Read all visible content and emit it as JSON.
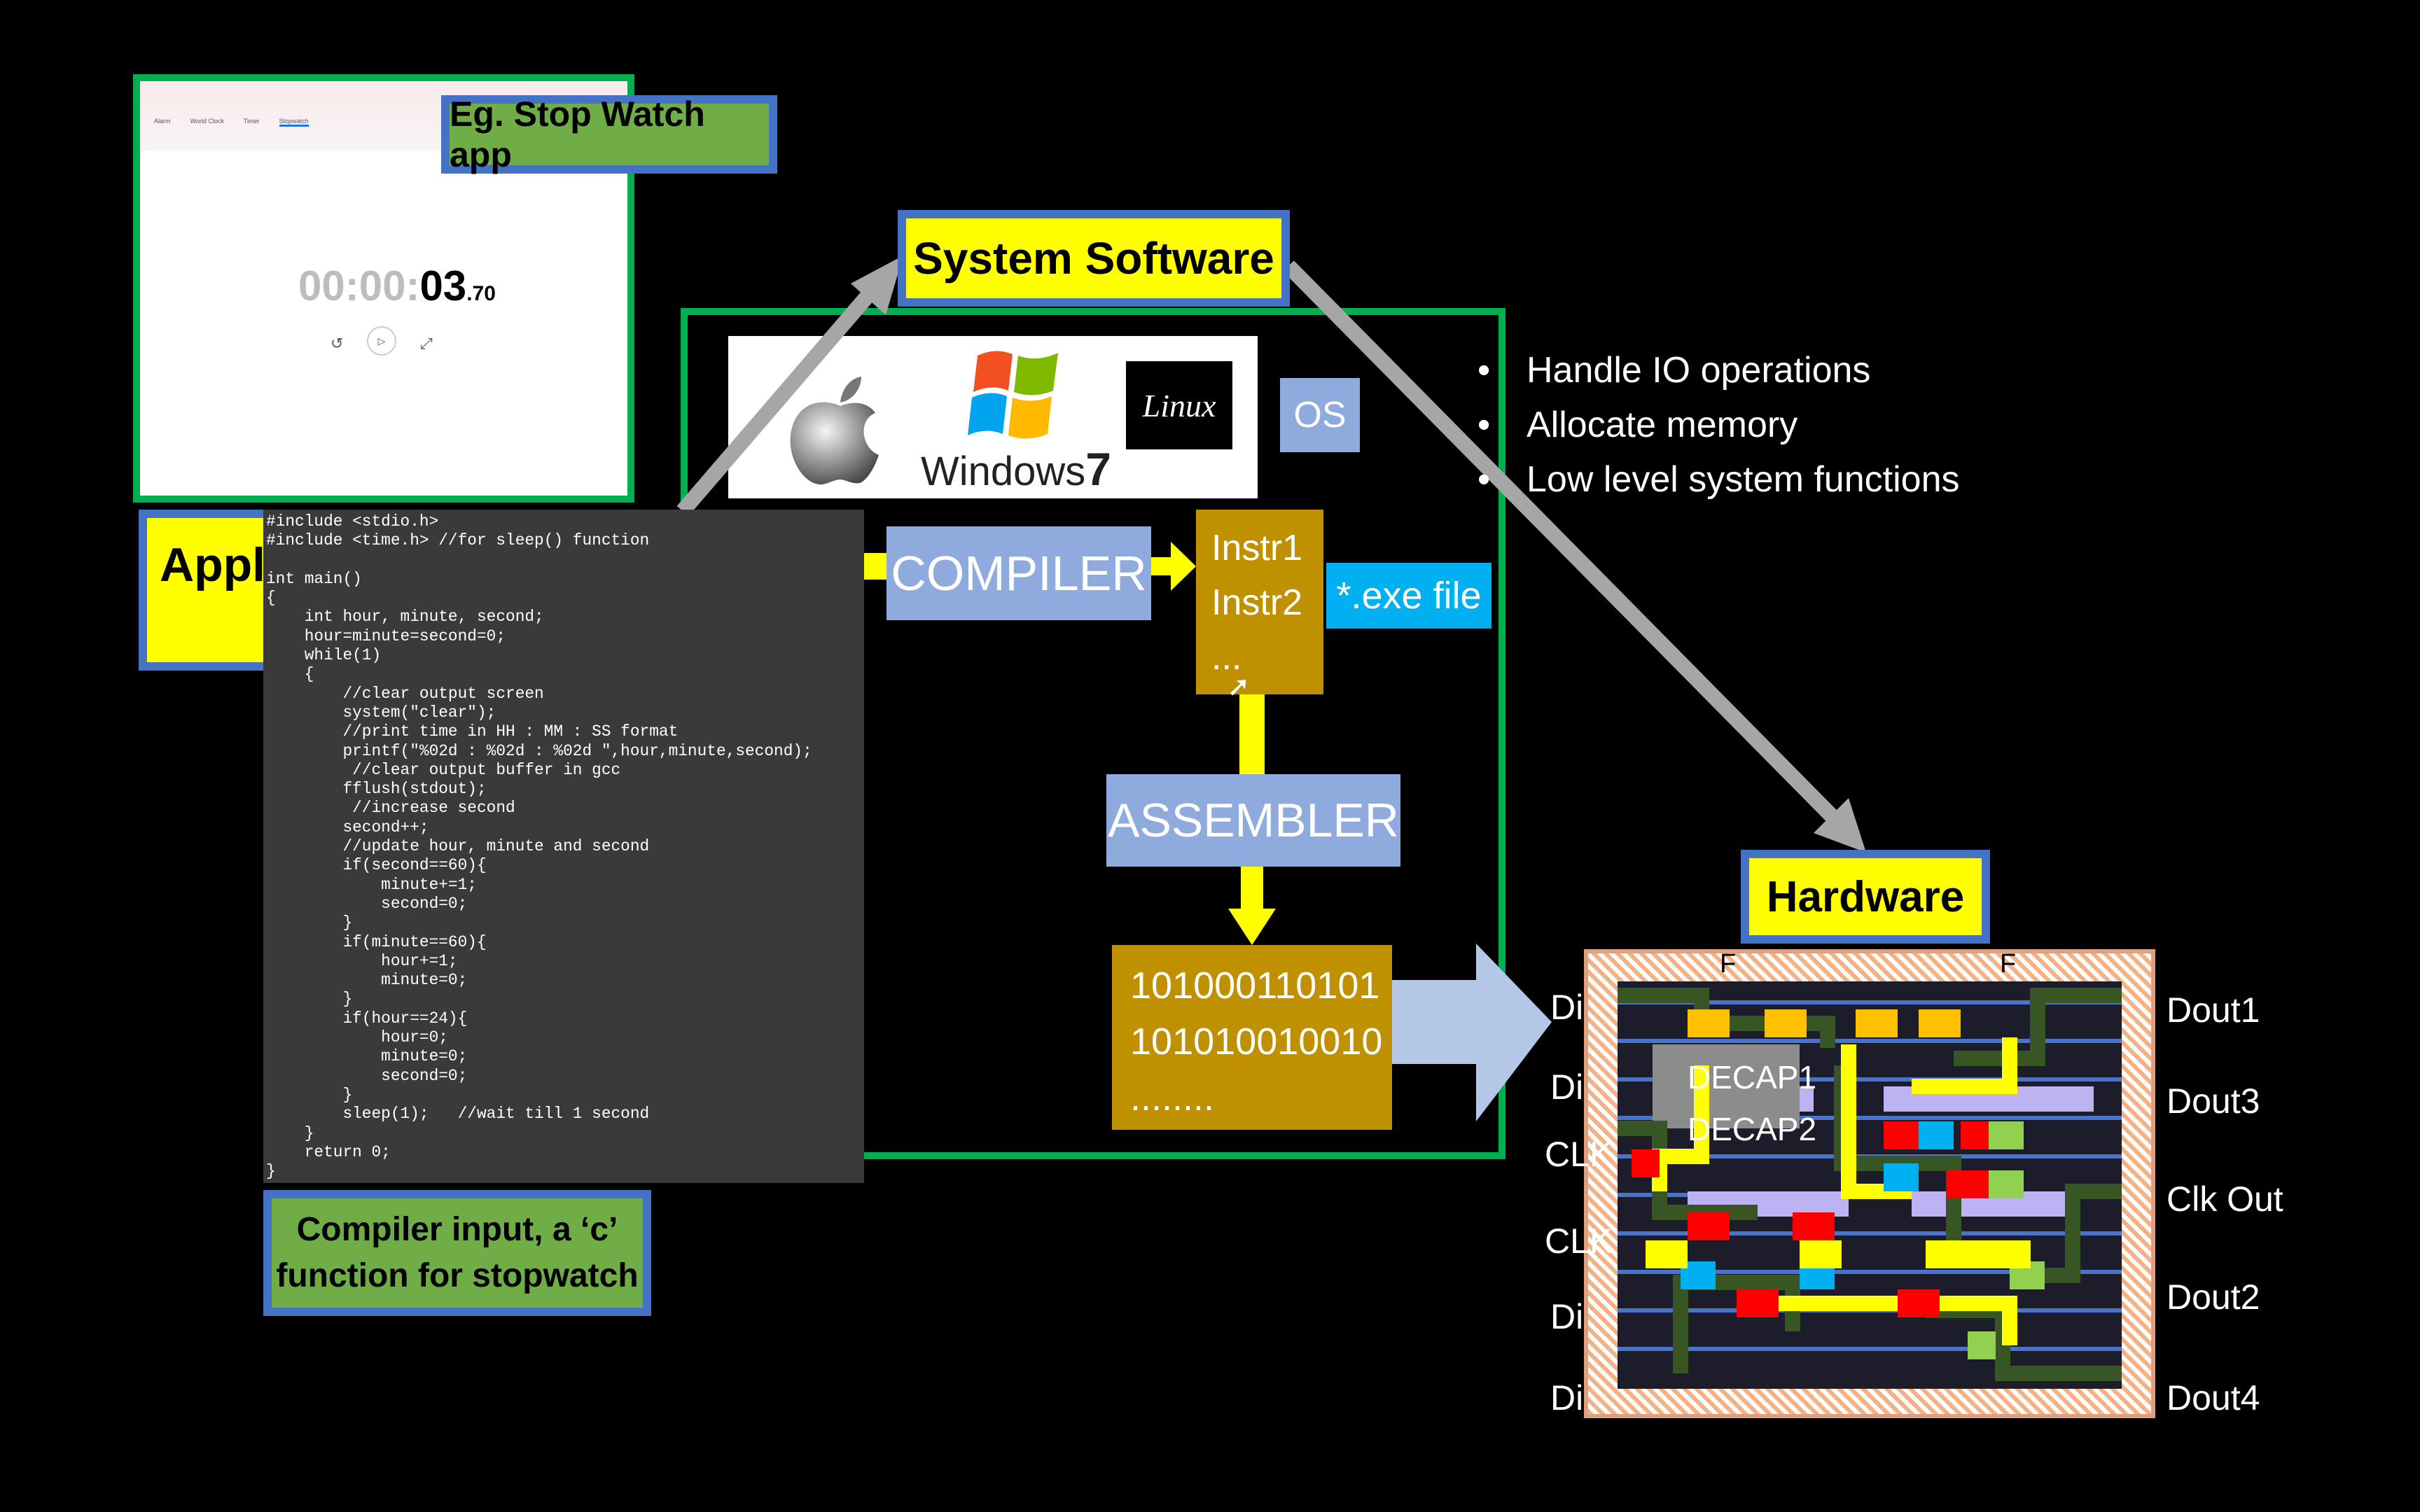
{
  "app_window": {
    "tabs": [
      "Alarm",
      "World Clock",
      "Timer",
      "Stopwatch"
    ],
    "time_dim": "00:00:",
    "time_bold": "03",
    "time_small": ".70"
  },
  "labels": {
    "stopwatch_example": "Eg. Stop Watch app",
    "application": "Appli",
    "system_software": "System Software",
    "hardware": "Hardware",
    "compiler_input_line1": "Compiler input, a ‘c’",
    "compiler_input_line2": "function for stopwatch"
  },
  "os": {
    "windows_text": "Windows",
    "windows_version": "7",
    "linux_text": "Linux",
    "os_label": "OS"
  },
  "pipeline": {
    "compiler": "COMPILER",
    "assembler": "ASSEMBLER",
    "instr1": "Instr1",
    "instr2": "Instr2",
    "instr_more": "...",
    "exe_file": "*.exe file",
    "binary1": "101000110101",
    "binary2": "101010010010",
    "binary3": "........"
  },
  "code_lines": [
    "#include <stdio.h>",
    "#include <time.h> //for sleep() function",
    "",
    "int main()",
    "{",
    "    int hour, minute, second;",
    "    hour=minute=second=0;",
    "    while(1)",
    "    {",
    "        //clear output screen",
    "        system(\"clear\");",
    "        //print time in HH : MM : SS format",
    "        printf(\"%02d : %02d : %02d \",hour,minute,second);",
    "         //clear output buffer in gcc",
    "        fflush(stdout);",
    "         //increase second",
    "        second++;",
    "        //update hour, minute and second",
    "        if(second==60){",
    "            minute+=1;",
    "            second=0;",
    "        }",
    "        if(minute==60){",
    "            hour+=1;",
    "            minute=0;",
    "        }",
    "        if(hour==24){",
    "            hour=0;",
    "            minute=0;",
    "            second=0;",
    "        }",
    "        sleep(1);   //wait till 1 second",
    "    }",
    "    return 0;",
    "}"
  ],
  "bullets": [
    "Handle IO operations",
    "Allocate memory",
    "Low level system functions"
  ],
  "chip": {
    "left_pins": [
      "Di",
      "Di",
      "CLK",
      "CLK",
      "Di",
      "Di"
    ],
    "right_pins": [
      "Dout1",
      "Dout3",
      "Clk Out",
      "Dout2",
      "Dout4"
    ],
    "cell_labels": [
      "DECAP1",
      "DECAP2",
      "F",
      "F"
    ]
  },
  "colors": {
    "yellow": "#ffff00",
    "blue_border": "#4472c4",
    "green": "#70ad47",
    "frame_green": "#00b050",
    "light_blue": "#8faadc",
    "gold": "#bf9000",
    "cyan": "#00b0f0"
  }
}
